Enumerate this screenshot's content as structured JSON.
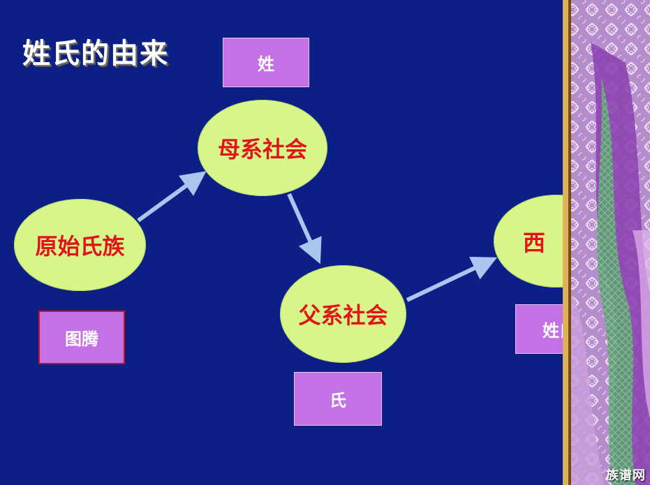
{
  "slide": {
    "title": "姓氏的由来",
    "nodes": {
      "primitive": "原始氏族",
      "matriarchal": "母系社会",
      "patriarchal": "父系社会",
      "western_han": "西　汉"
    },
    "labels": {
      "totem": "图腾",
      "xing": "姓",
      "shi": "氏",
      "xingshi": "姓氏"
    }
  },
  "watermark": "族谱网",
  "colors": {
    "background": "#0b1f86",
    "ellipse_fill": "#d8f58a",
    "ellipse_text": "#e0151b",
    "box_fill": "#c571e6",
    "arrow": "#a9c6ee"
  },
  "icons": [
    "decorative-floral-pattern"
  ]
}
